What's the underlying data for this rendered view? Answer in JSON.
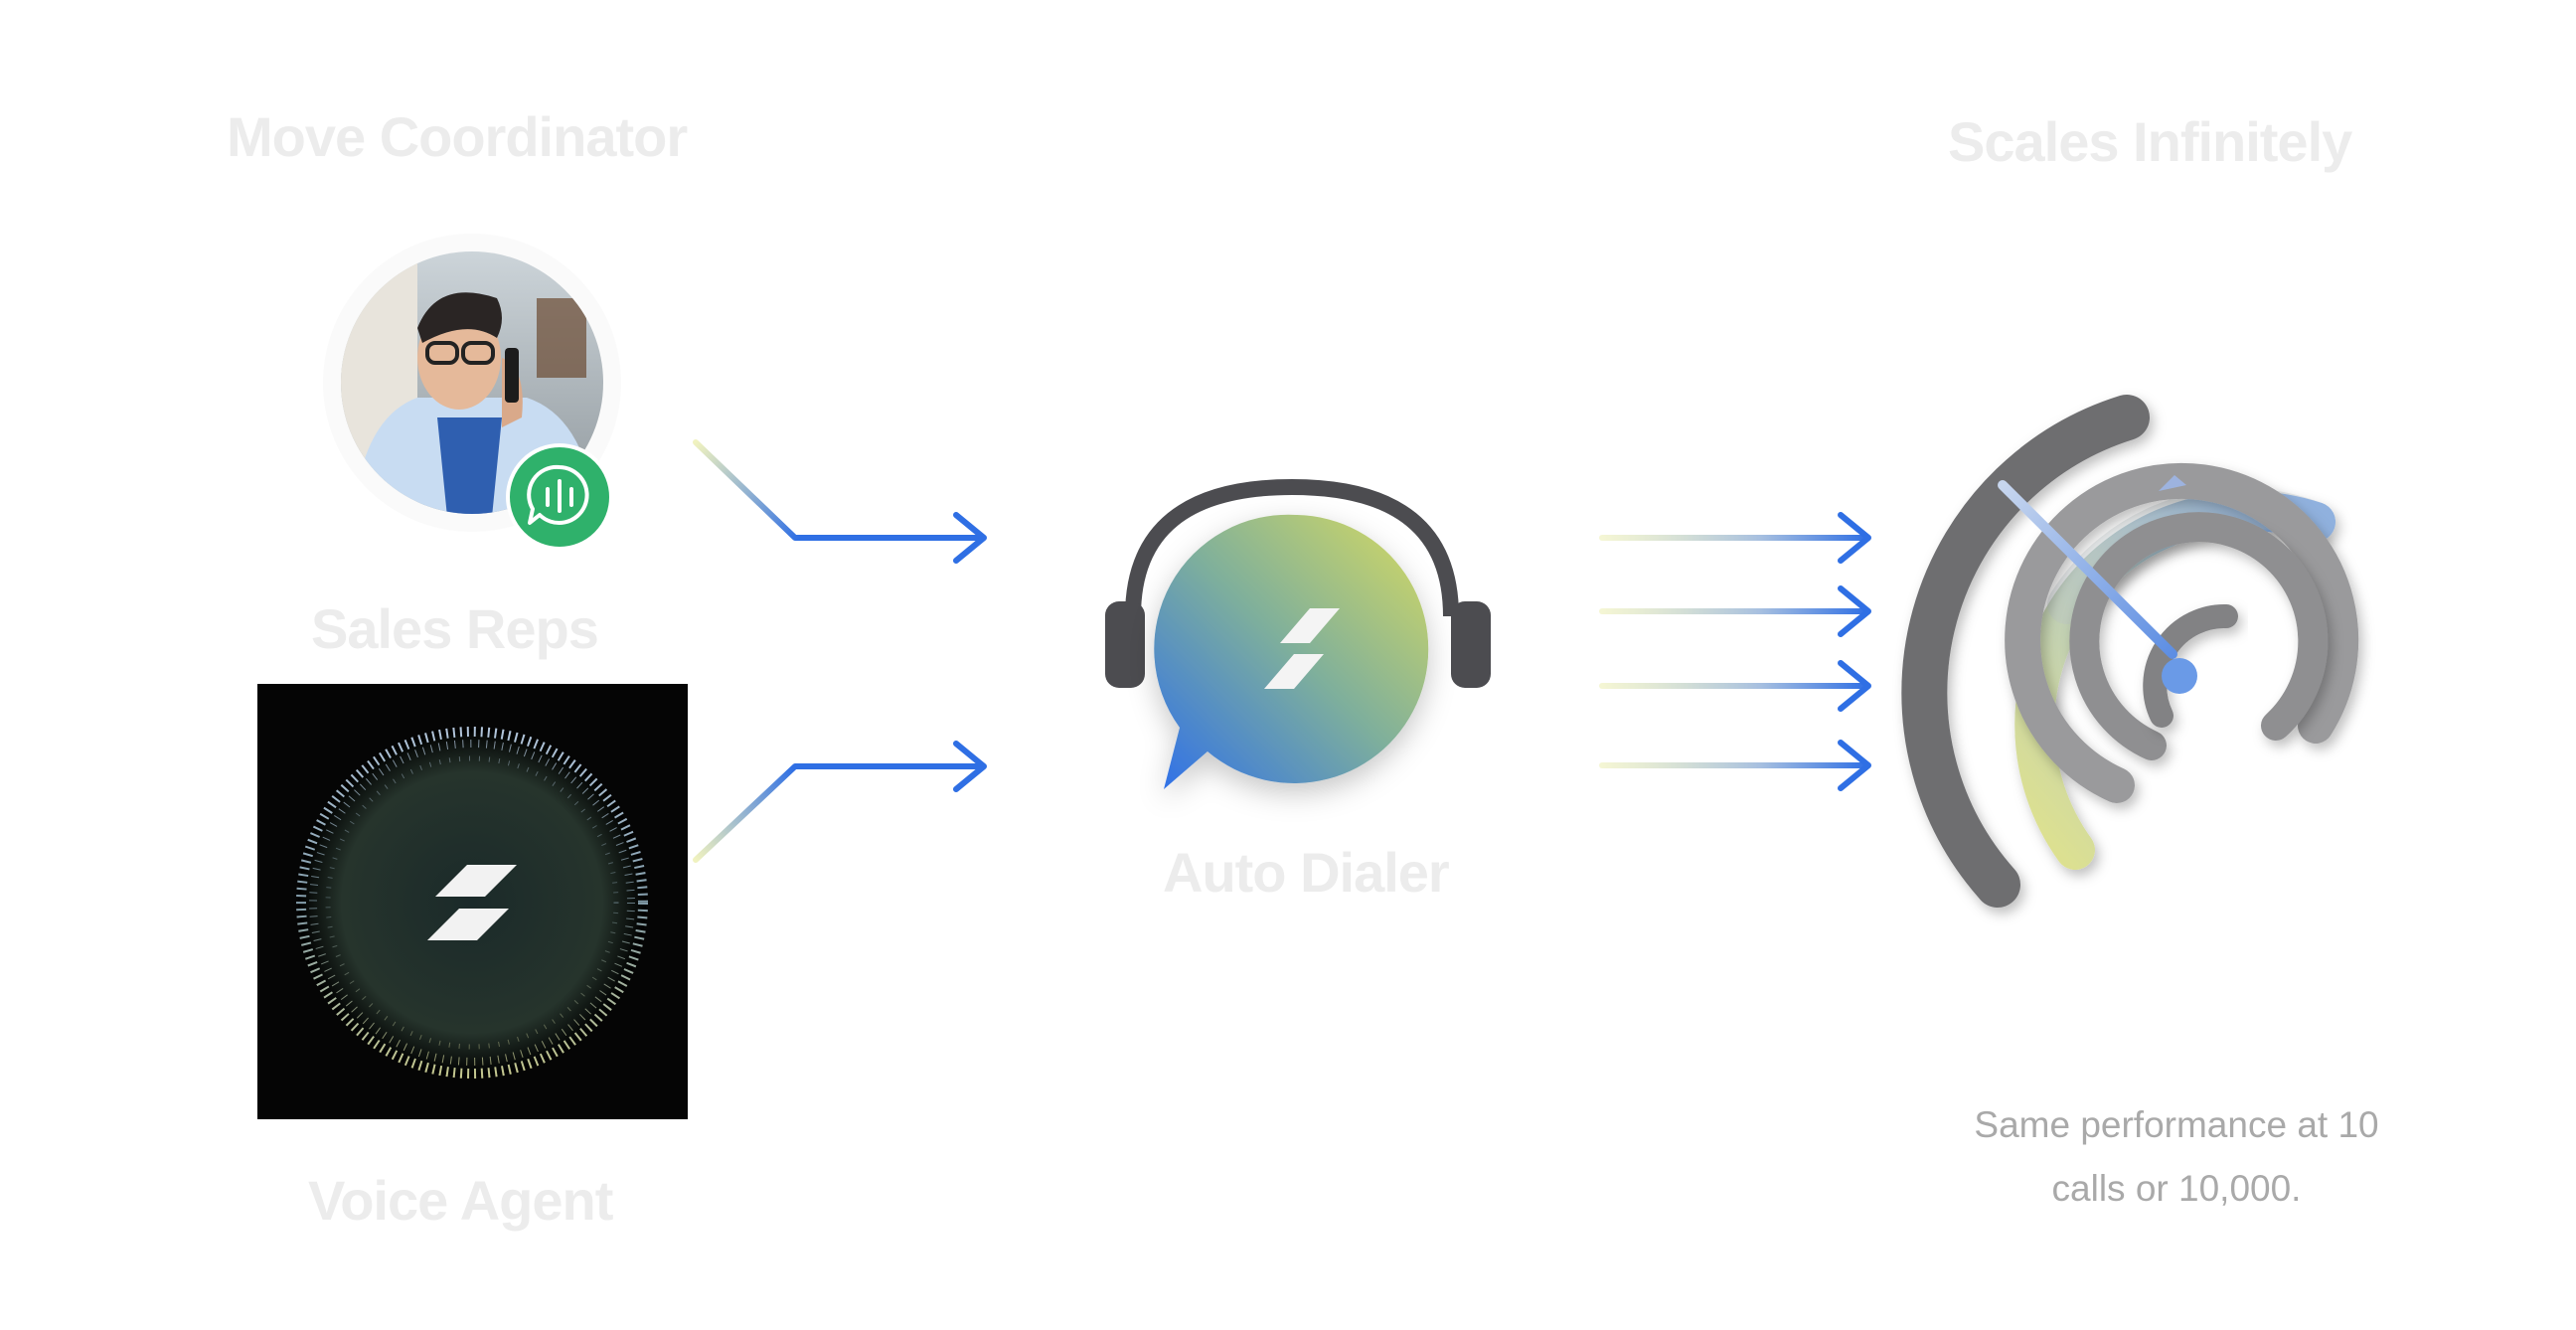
{
  "diagram": {
    "labels": {
      "move_coordinator": "Move Coordinator",
      "sales_reps": "Sales Reps",
      "voice_agent": "Voice Agent",
      "auto_dialer": "Auto Dialer",
      "scales_infinitely": "Scales Infinitely"
    },
    "caption": {
      "line1": "Same performance at 10",
      "line2": "calls or 10,000."
    },
    "icons": {
      "rep_photo": "person-on-phone-avatar",
      "rep_badge": "chat-waveform-icon",
      "voice_agent_image": "particle-sphere-with-bolt-logo",
      "auto_dialer_icon": "headset-chat-bolt-icon",
      "scale_icon": "speedometer-signal-icon"
    },
    "colors": {
      "arrow_blue": "#2f6fe4",
      "arrow_yellow": "#e9edb3",
      "badge_green": "#2fb16b",
      "gradient_blue": "#2e6fea",
      "gradient_yellow": "#d3d766",
      "headset_gray": "#4c4c50",
      "caption_gray": "#a9a9a9"
    }
  }
}
